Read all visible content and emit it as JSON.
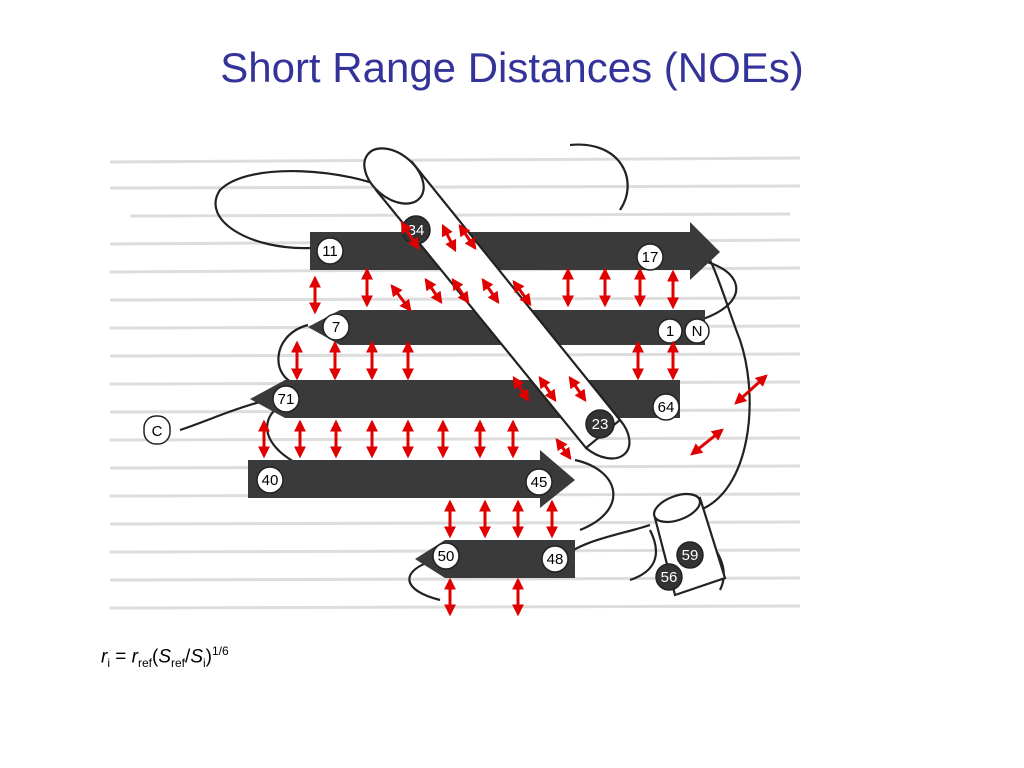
{
  "title": "Short Range Distances (NOEs)",
  "diagram": {
    "residue_labels": {
      "r11": "11",
      "r17": "17",
      "r34": "34",
      "r7": "7",
      "r1": "1",
      "n_term": "N",
      "r71": "71",
      "r64": "64",
      "r23": "23",
      "c_term": "C",
      "r40": "40",
      "r45": "45",
      "r50": "50",
      "r48": "48",
      "r59": "59",
      "r56": "56"
    },
    "colors": {
      "strand": "#3a3a3a",
      "noe_arrow": "#e00000",
      "background_text": "#c8c8c8",
      "outline": "#222222"
    }
  },
  "formula": {
    "r": "r",
    "i": "i",
    "eq": " = ",
    "ref": "ref",
    "open": "(",
    "S": "S",
    "slash": "/",
    "close": ")",
    "exp": "1/6"
  }
}
